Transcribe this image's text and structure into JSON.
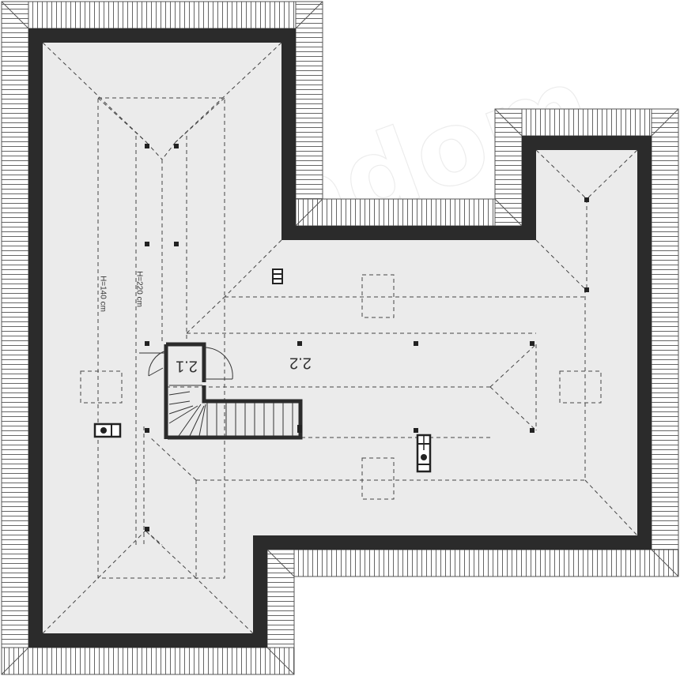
{
  "plan": {
    "rooms": [
      {
        "id": "room-2-1",
        "label": "2.1"
      },
      {
        "id": "room-2-2",
        "label": "2.2"
      }
    ],
    "height_notes": {
      "h140": "H=140 cm",
      "h220": "H=220 cm"
    },
    "watermark": "extradom"
  },
  "colors": {
    "wall": "#2b2b2b",
    "floor": "#ebebeb",
    "roof_hatch": "#555555",
    "dashed_lines": "#444444"
  }
}
